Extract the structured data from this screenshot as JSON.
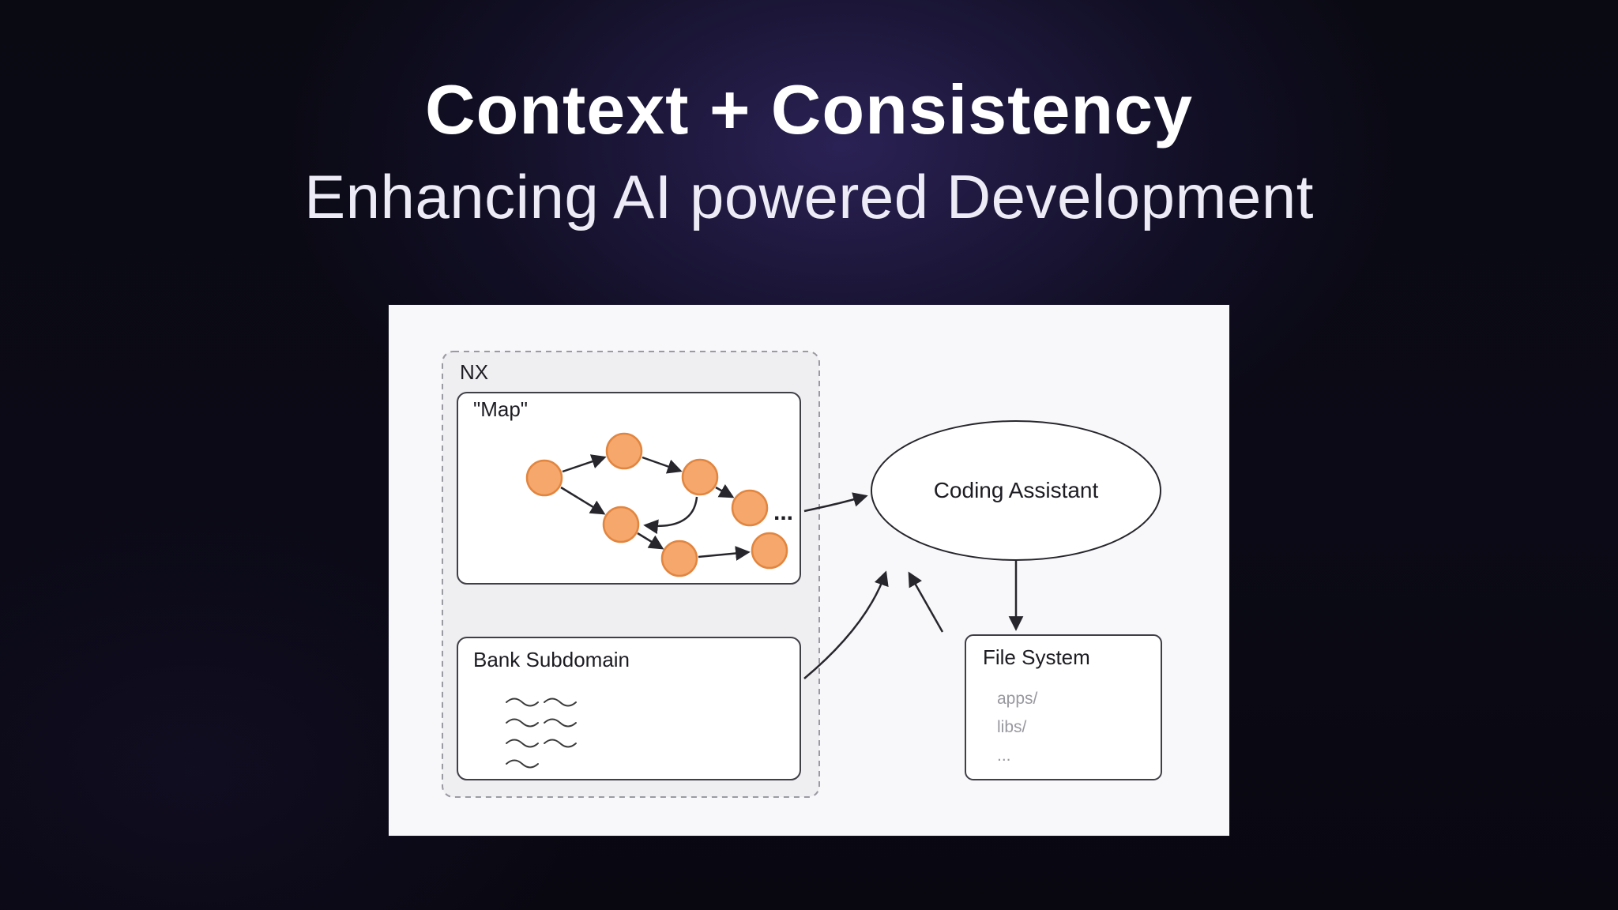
{
  "slide": {
    "title": "Context + Consistency",
    "subtitle": "Enhancing AI powered Development"
  },
  "diagram": {
    "nx_label": "NX",
    "map_label": "\"Map\"",
    "map_ellipsis": "...",
    "bank_label": "Bank Subdomain",
    "assistant_label": "Coding Assistant",
    "filesystem_label": "File System",
    "filesystem_items": [
      "apps/",
      "libs/",
      "..."
    ],
    "colors": {
      "node_fill": "#f5a76c",
      "node_stroke": "#e2853f",
      "panel_bg": "#f8f8fa",
      "nx_bg": "#efeff2",
      "line": "#26262c",
      "background_glow": "#5f48be"
    }
  }
}
